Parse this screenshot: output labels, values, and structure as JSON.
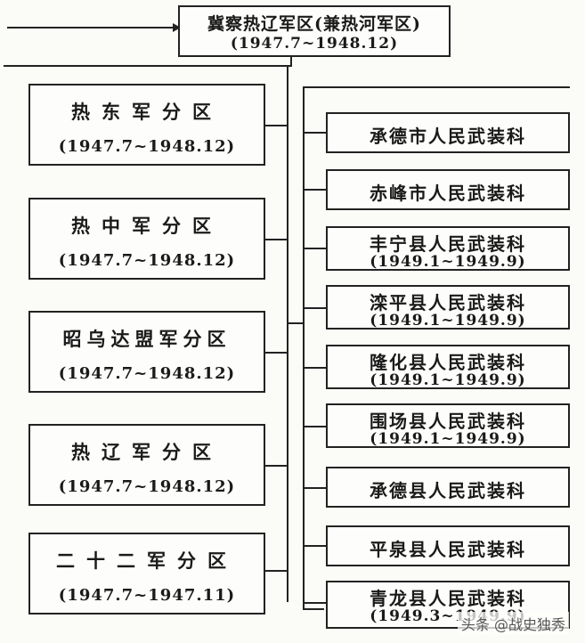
{
  "root": {
    "title": "冀察热辽军区(兼热河军区)",
    "dates": "(1947.7~1948.12)"
  },
  "left": [
    {
      "title": "热东军分区",
      "dates": "(1947.7~1948.12)"
    },
    {
      "title": "热中军分区",
      "dates": "(1947.7~1948.12)"
    },
    {
      "title": "昭乌达盟军分区",
      "dates": "(1947.7~1948.12)"
    },
    {
      "title": "热辽军分区",
      "dates": "(1947.7~1948.12)"
    },
    {
      "title": "二十二军分区",
      "dates": "(1947.7~1947.11)"
    }
  ],
  "right": [
    {
      "title": "承德市人民武装科",
      "dates": ""
    },
    {
      "title": "赤峰市人民武装科",
      "dates": ""
    },
    {
      "title": "丰宁县人民武装科",
      "dates": "(1949.1~1949.9)"
    },
    {
      "title": "滦平县人民武装科",
      "dates": "(1949.1~1949.9)"
    },
    {
      "title": "隆化县人民武装科",
      "dates": "(1949.1~1949.9)"
    },
    {
      "title": "围场县人民武装科",
      "dates": "(1949.1~1949.9)"
    },
    {
      "title": "承德县人民武装科",
      "dates": ""
    },
    {
      "title": "平泉县人民武装科",
      "dates": ""
    },
    {
      "title": "青龙县人民武装科",
      "dates": "(1949.3~1949.9)"
    }
  ],
  "watermark": "头条 @战史独秀"
}
